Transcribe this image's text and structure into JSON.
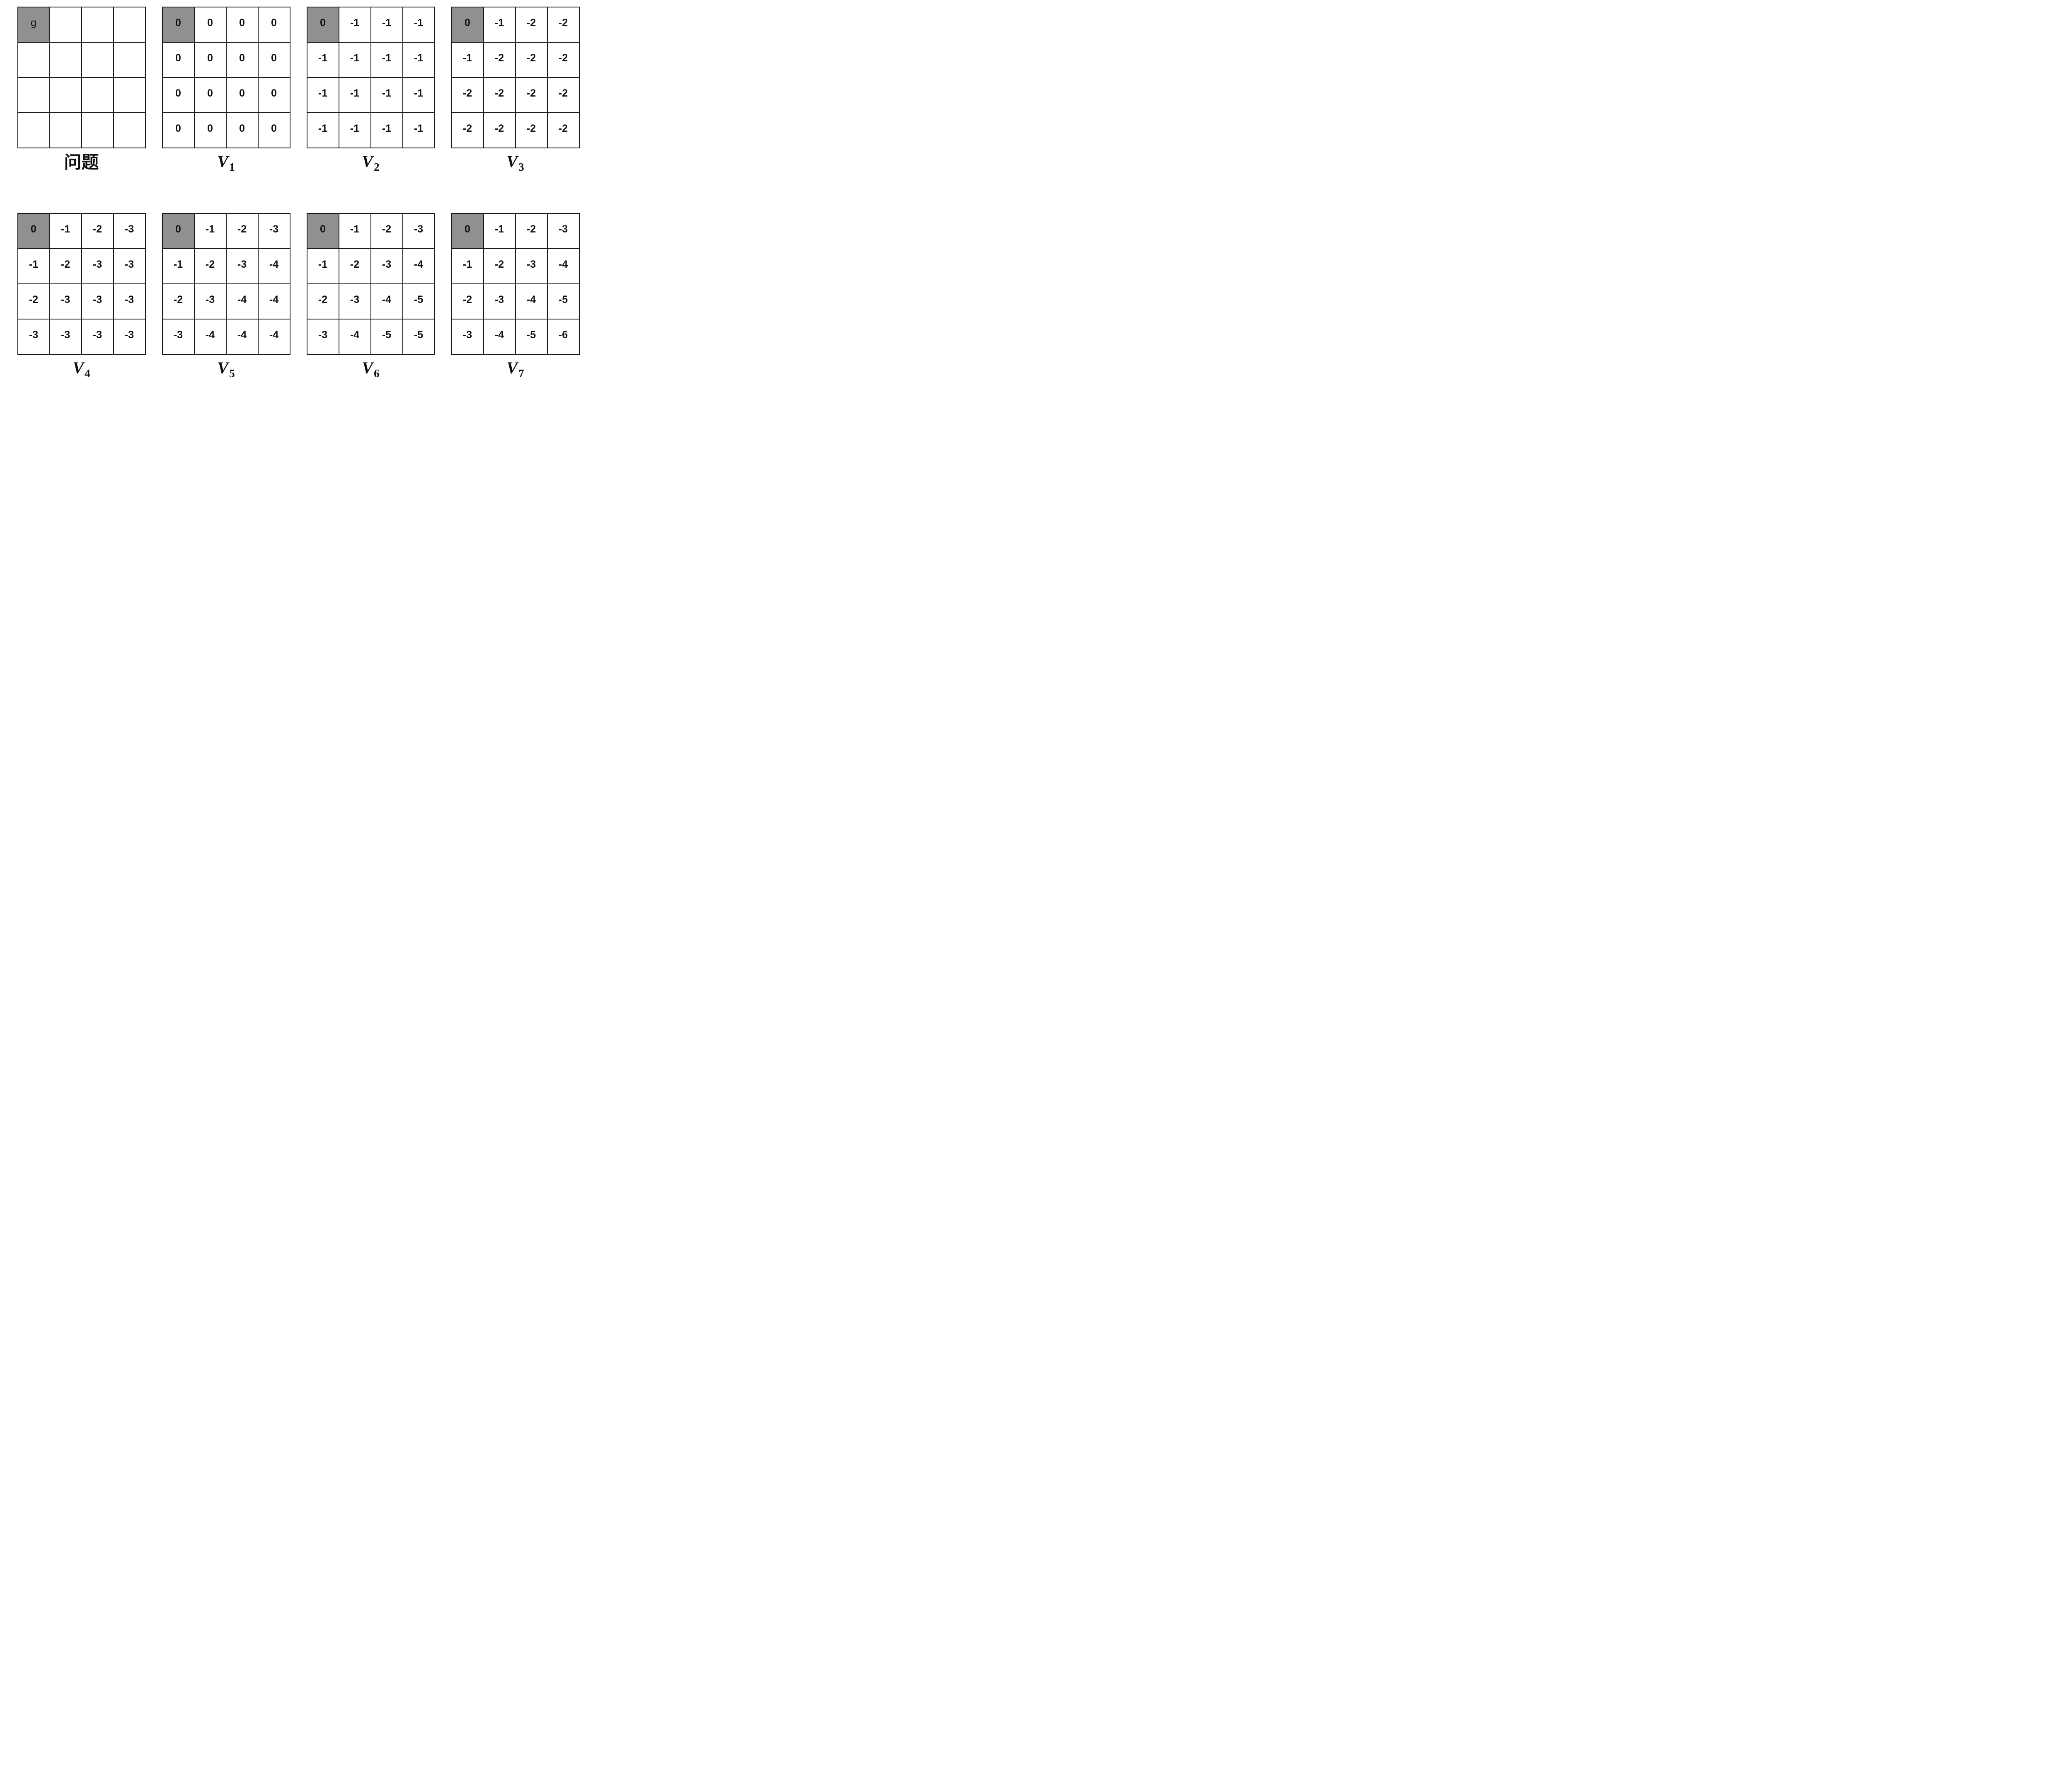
{
  "colors": {
    "background": "#ffffff",
    "goal_cell_fill": "#909090",
    "grid_line": "#1a1a1a",
    "text": "#111111"
  },
  "goal_cell": {
    "row": 0,
    "col": 0
  },
  "panels": [
    {
      "name": "problem",
      "label": "问题",
      "grid": [
        [
          "g",
          "",
          "",
          ""
        ],
        [
          "",
          "",
          "",
          ""
        ],
        [
          "",
          "",
          "",
          ""
        ],
        [
          "",
          "",
          "",
          ""
        ]
      ]
    },
    {
      "name": "V1",
      "label_base": "V",
      "label_sub": "1",
      "grid": [
        [
          "0",
          "0",
          "0",
          "0"
        ],
        [
          "0",
          "0",
          "0",
          "0"
        ],
        [
          "0",
          "0",
          "0",
          "0"
        ],
        [
          "0",
          "0",
          "0",
          "0"
        ]
      ]
    },
    {
      "name": "V2",
      "label_base": "V",
      "label_sub": "2",
      "grid": [
        [
          "0",
          "-1",
          "-1",
          "-1"
        ],
        [
          "-1",
          "-1",
          "-1",
          "-1"
        ],
        [
          "-1",
          "-1",
          "-1",
          "-1"
        ],
        [
          "-1",
          "-1",
          "-1",
          "-1"
        ]
      ]
    },
    {
      "name": "V3",
      "label_base": "V",
      "label_sub": "3",
      "grid": [
        [
          "0",
          "-1",
          "-2",
          "-2"
        ],
        [
          "-1",
          "-2",
          "-2",
          "-2"
        ],
        [
          "-2",
          "-2",
          "-2",
          "-2"
        ],
        [
          "-2",
          "-2",
          "-2",
          "-2"
        ]
      ]
    },
    {
      "name": "V4",
      "label_base": "V",
      "label_sub": "4",
      "grid": [
        [
          "0",
          "-1",
          "-2",
          "-3"
        ],
        [
          "-1",
          "-2",
          "-3",
          "-3"
        ],
        [
          "-2",
          "-3",
          "-3",
          "-3"
        ],
        [
          "-3",
          "-3",
          "-3",
          "-3"
        ]
      ]
    },
    {
      "name": "V5",
      "label_base": "V",
      "label_sub": "5",
      "grid": [
        [
          "0",
          "-1",
          "-2",
          "-3"
        ],
        [
          "-1",
          "-2",
          "-3",
          "-4"
        ],
        [
          "-2",
          "-3",
          "-4",
          "-4"
        ],
        [
          "-3",
          "-4",
          "-4",
          "-4"
        ]
      ]
    },
    {
      "name": "V6",
      "label_base": "V",
      "label_sub": "6",
      "grid": [
        [
          "0",
          "-1",
          "-2",
          "-3"
        ],
        [
          "-1",
          "-2",
          "-3",
          "-4"
        ],
        [
          "-2",
          "-3",
          "-4",
          "-5"
        ],
        [
          "-3",
          "-4",
          "-5",
          "-5"
        ]
      ]
    },
    {
      "name": "V7",
      "label_base": "V",
      "label_sub": "7",
      "grid": [
        [
          "0",
          "-1",
          "-2",
          "-3"
        ],
        [
          "-1",
          "-2",
          "-3",
          "-4"
        ],
        [
          "-2",
          "-3",
          "-4",
          "-5"
        ],
        [
          "-3",
          "-4",
          "-5",
          "-6"
        ]
      ]
    }
  ]
}
